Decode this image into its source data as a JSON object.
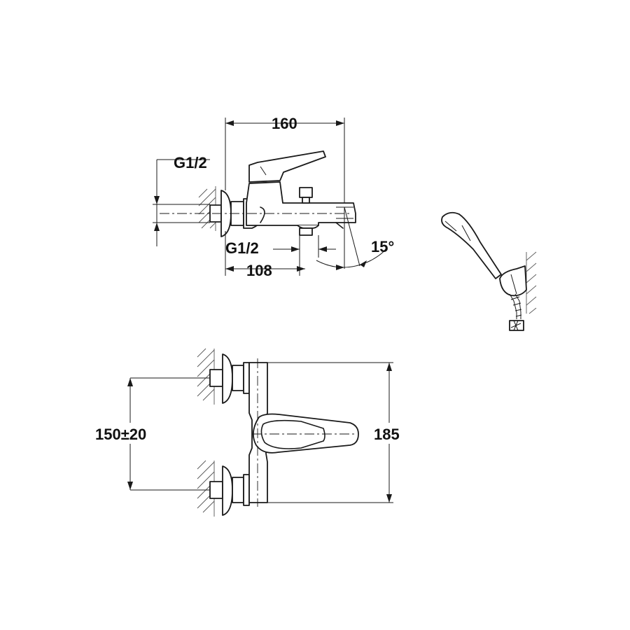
{
  "top_view": {
    "dim_width": "160",
    "thread_inlet": "G1/2",
    "thread_outlet": "G1/2",
    "dim_offset": "108",
    "angle": "15°"
  },
  "front_view": {
    "dim_spacing": "150±20",
    "dim_height": "185"
  },
  "colors": {
    "line": "#1a1a1a",
    "background": "#ffffff"
  }
}
